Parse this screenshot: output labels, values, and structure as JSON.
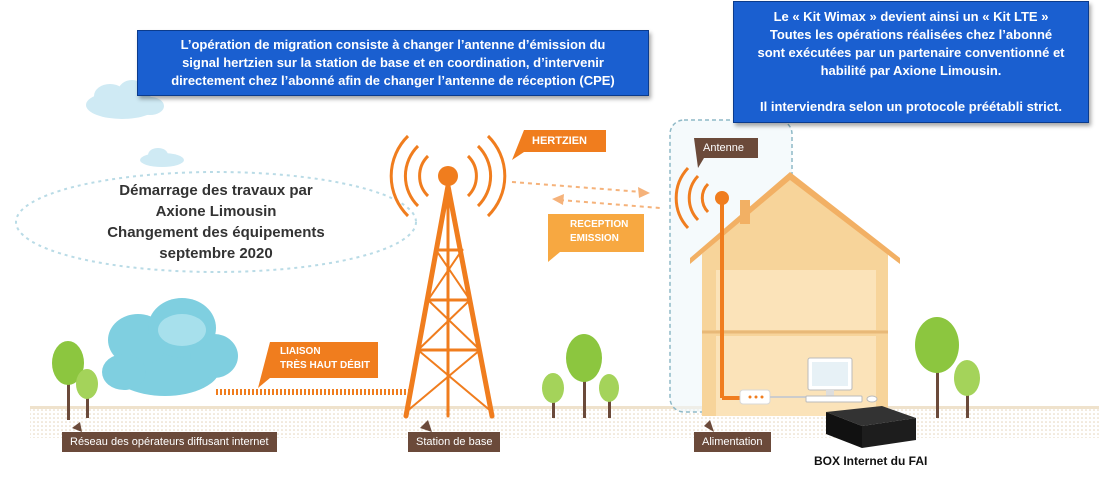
{
  "migration_box": {
    "lines": [
      "L’opération de migration consiste à changer l’antenne d’émission du",
      "signal hertzien sur la station de base et en coordination, d’intervenir",
      "directement chez l’abonné afin de changer l’antenne de réception (CPE)"
    ]
  },
  "kit_box": {
    "lines": [
      "Le  « Kit Wimax » devient ainsi un « Kit LTE »",
      "Toutes les opérations réalisées chez l’abonné",
      "sont exécutées par un partenaire conventionné et",
      "habilité par Axione Limousin.",
      "",
      "Il interviendra selon un protocole préétabli strict."
    ]
  },
  "works_bubble": {
    "lines": [
      "Démarrage des travaux par",
      "Axione Limousin",
      "Changement des équipements",
      "septembre 2020"
    ]
  },
  "tags": {
    "hertzien": "HERTZIEN",
    "reception": "RECEPTION",
    "emission": "EMISSION",
    "antenne": "Antenne",
    "liaison_1": "LIAISON",
    "liaison_2": "TRÈS HAUT DÉBIT"
  },
  "ground_labels": {
    "network": "Réseau des opérateurs diffusant internet",
    "station": "Station de base",
    "power": "Alimentation"
  },
  "box_caption": "BOX Internet du FAI",
  "colors": {
    "blue_box": "#1a5fd0",
    "orange": "#f07d1e",
    "label_brown": "#6b4a3a",
    "house": "#f7d49a",
    "tree": "#8cc63f",
    "cloud": "#7fcfe0"
  }
}
